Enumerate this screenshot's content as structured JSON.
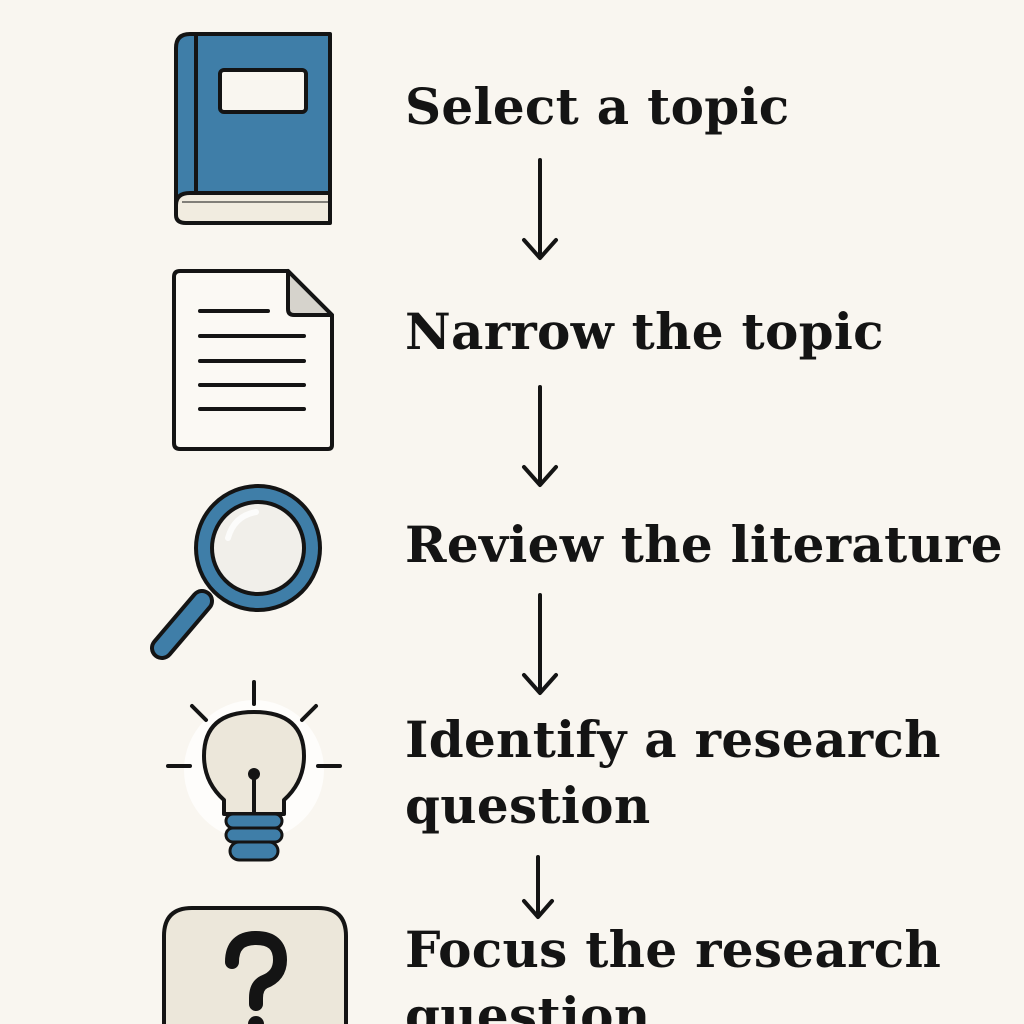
{
  "colors": {
    "background": "#f9f6f0",
    "ink": "#141414",
    "accent_blue": "#3f7ea8",
    "paper_cream": "#f1ece0",
    "bulb_fill": "#ece7da"
  },
  "steps": [
    {
      "label": "Select a topic",
      "icon": "book-icon"
    },
    {
      "label": "Narrow the topic",
      "icon": "document-icon"
    },
    {
      "label": "Review the literature",
      "icon": "magnifying-glass-icon"
    },
    {
      "label": "Identify a research\nquestion",
      "icon": "lightbulb-icon"
    },
    {
      "label": "Focus the research\nquestion",
      "icon": "question-mark-icon"
    }
  ]
}
